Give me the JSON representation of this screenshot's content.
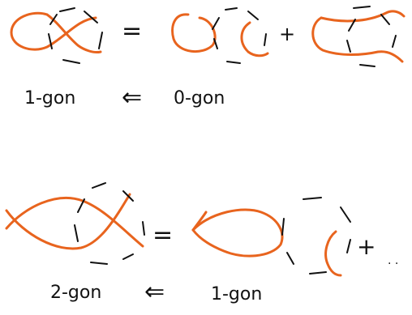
{
  "colors": {
    "strand": "#e8641e",
    "ink": "#111111"
  },
  "row1": {
    "lhs_label": "1-gon",
    "arrow": "⇐",
    "rhs_label": "0-gon",
    "op_equals": "=",
    "op_plus": "+"
  },
  "row2": {
    "lhs_label": "2-gon",
    "arrow": "⇐",
    "rhs_label": "1-gon",
    "op_equals": "=",
    "op_plus": "+",
    "trailing": ". ."
  }
}
